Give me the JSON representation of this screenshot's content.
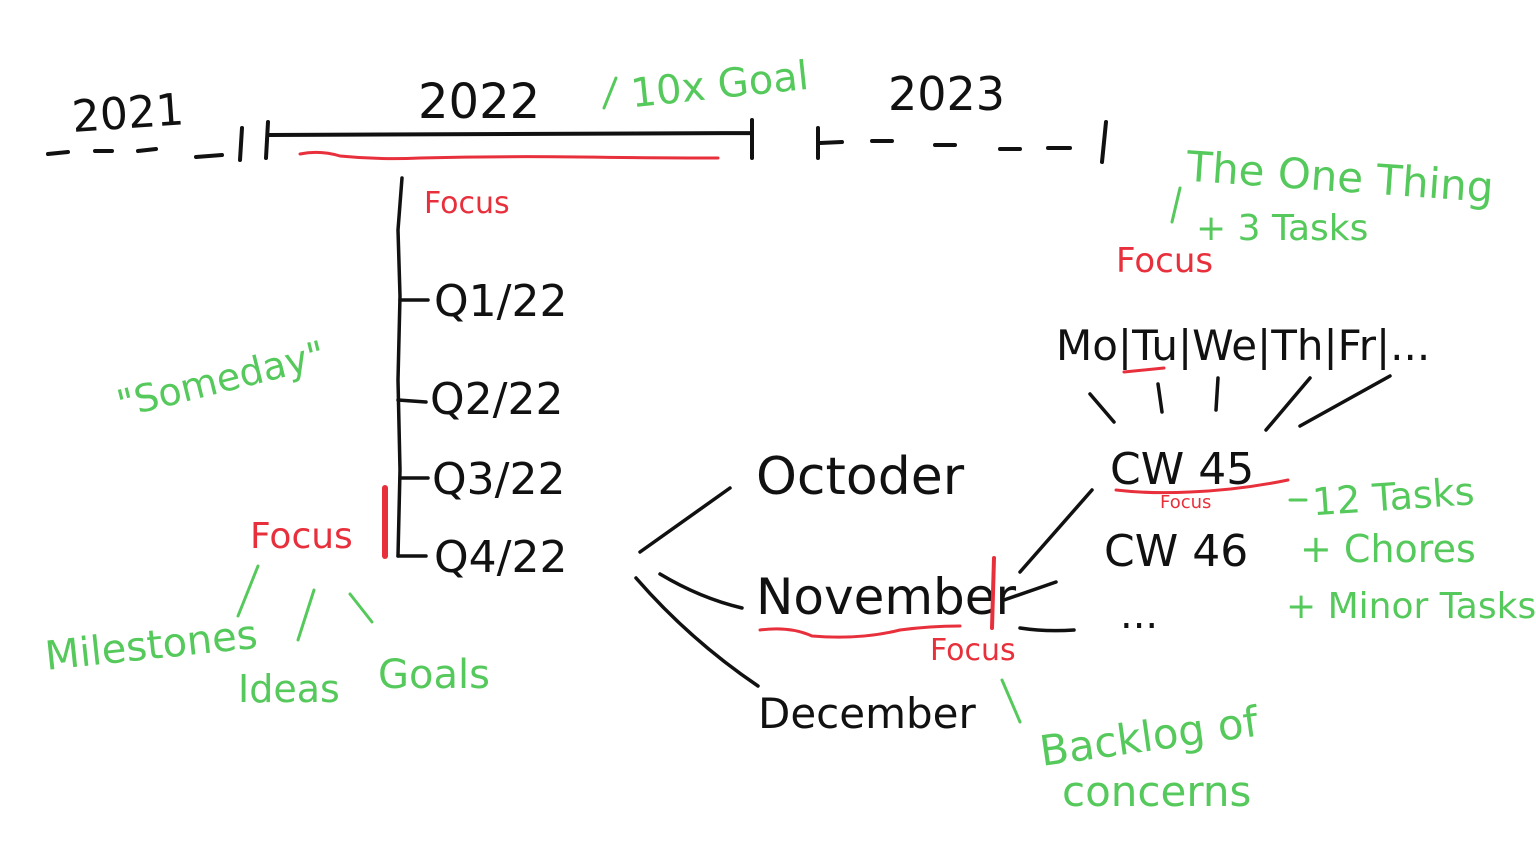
{
  "colors": {
    "ink": "#111111",
    "focus": "#e8303c",
    "note": "#55c95b",
    "background": "#ffffff"
  },
  "timeline": {
    "year_prev": "2021",
    "year_current": "2022",
    "year_next": "2023",
    "goal_note": "10x Goal"
  },
  "quarters": [
    "Q1/22",
    "Q2/22",
    "Q3/22",
    "Q4/22"
  ],
  "months": [
    "Octoder",
    "November",
    "December"
  ],
  "weeks": [
    "CW 45",
    "CW 46",
    "..."
  ],
  "days": "Mo|Tu|We|Th|Fr|...",
  "focus_label": "Focus",
  "notes": {
    "someday": "\"Someday\"",
    "milestones": "Milestones",
    "ideas": "Ideas",
    "goals": "Goals",
    "one_thing_line1": "The One Thing",
    "one_thing_line2": "+ 3 Tasks",
    "tasks_line1": "12 Tasks",
    "tasks_line2": "+ Chores",
    "tasks_line3": "+ Minor Tasks",
    "backlog_line1": "Backlog of",
    "backlog_line2": "concerns"
  }
}
